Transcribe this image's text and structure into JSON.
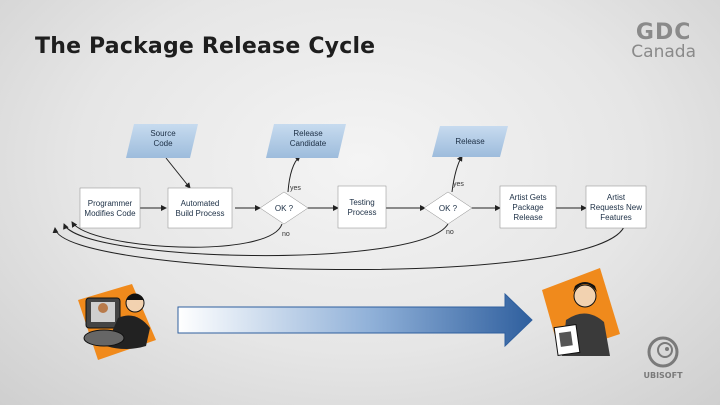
{
  "title": "The Package Release Cycle",
  "logo": {
    "line1": "GDC",
    "line2": "Canada"
  },
  "publisher_logo": "UBISOFT",
  "shapes": {
    "source_code": [
      "Source",
      "Code"
    ],
    "release_candidate": [
      "Release",
      "Candidate"
    ],
    "release": [
      "Release"
    ],
    "programmer": [
      "Programmer",
      "Modifies Code"
    ],
    "automated_build": [
      "Automated",
      "Build Process"
    ],
    "ok1": [
      "OK ?"
    ],
    "testing": [
      "Testing",
      "Process"
    ],
    "ok2": [
      "OK ?"
    ],
    "artist_gets": [
      "Artist Gets",
      "Package",
      "Release"
    ],
    "artist_requests": [
      "Artist",
      "Requests New",
      "Features"
    ]
  },
  "edge_labels": {
    "ok1_yes": "yes",
    "ok1_no": "no",
    "ok2_yes": "yes",
    "ok2_no": "no"
  },
  "colors": {
    "parallelogram_fill": "#a8c4e0",
    "box_fill": "#ffffff",
    "arrow_dark": "#2f5f9e",
    "arrow_light": "#ffffff"
  },
  "icons": {
    "programmer": "programmer-at-computer-icon",
    "artist": "artist-with-tablet-icon",
    "ubisoft": "ubisoft-swirl-icon"
  }
}
